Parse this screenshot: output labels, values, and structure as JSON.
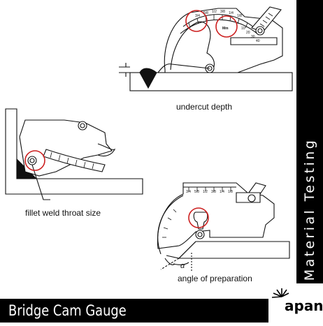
{
  "captions": {
    "undercut": "undercut depth",
    "fillet": "fillet weld throat size",
    "angle": "angle of preparation"
  },
  "sidebar": {
    "text": "Material Testing"
  },
  "footer": {
    "title": "Bridge Cam Gauge",
    "logo": "apan"
  },
  "symbols": {
    "alpha": "α"
  },
  "colors": {
    "highlight": "#cc1f1f",
    "ink": "#111111",
    "banner": "#000000"
  },
  "scale_labels": {
    "top_small": [
      "3/4",
      "5/8",
      "1/2",
      "3/8",
      "1/4",
      "1/8"
    ],
    "top_mid": [
      "10",
      "20",
      "30",
      "40"
    ],
    "top_mm": [
      "Mm"
    ],
    "angle_small": [
      "3/4",
      "5/8",
      "1/2",
      "3/8",
      "1/4",
      "1/8"
    ]
  }
}
